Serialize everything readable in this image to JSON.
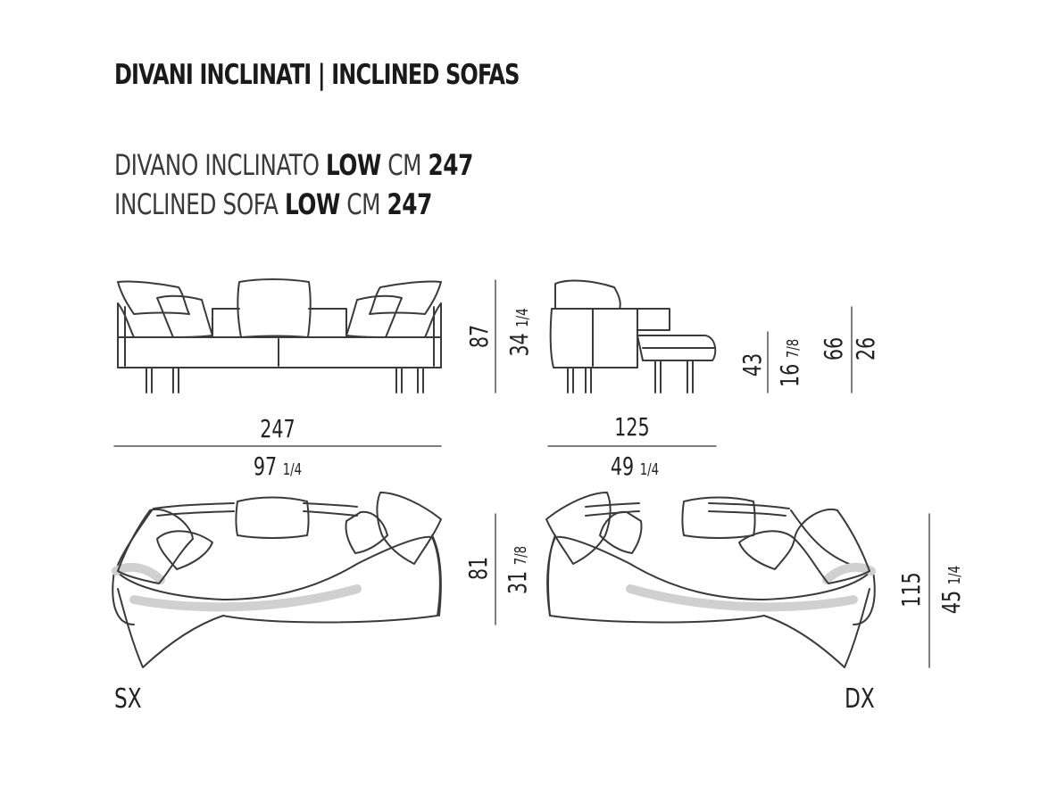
{
  "heading": {
    "title": "DIVANI INCLINATI | INCLINED SOFAS"
  },
  "product": {
    "line1": {
      "prefix": "DIVANO INCLINATO ",
      "model": "LOW",
      "unit": " CM ",
      "size": "247"
    },
    "line2": {
      "prefix": "INCLINED SOFA ",
      "model": "LOW",
      "unit": " CM ",
      "size": "247"
    }
  },
  "dimensions": {
    "front_height_cm": "87",
    "front_height_in": "34",
    "front_height_in_frac": "1/4",
    "side_seat_cm": "43",
    "side_seat_in": "16",
    "side_seat_in_frac": "7/8",
    "side_arm_cm": "66",
    "side_arm_in": "26",
    "width_cm": "247",
    "width_in": "97",
    "width_in_frac": "1/4",
    "depth_cm": "125",
    "depth_in": "49",
    "depth_in_frac": "1/4",
    "plan_sx_cm": "81",
    "plan_sx_in": "31",
    "plan_sx_in_frac": "7/8",
    "plan_dx_cm": "115",
    "plan_dx_in": "45",
    "plan_dx_in_frac": "1/4"
  },
  "labels": {
    "left_version": "SX",
    "right_version": "DX"
  },
  "colors": {
    "line": "#3a3a3a",
    "dim_line": "#555555",
    "shading": "#d8d8d8"
  }
}
